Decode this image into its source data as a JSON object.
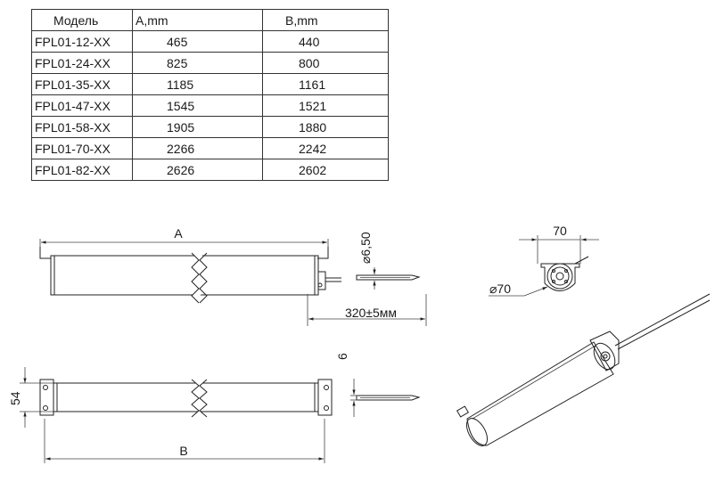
{
  "table": {
    "headers": [
      "Модель",
      "A,mm",
      "B,mm"
    ],
    "rows": [
      {
        "model": "FPL01-12-XX",
        "a": "465",
        "b": "440"
      },
      {
        "model": "FPL01-24-XX",
        "a": "825",
        "b": "800"
      },
      {
        "model": "FPL01-35-XX",
        "a": "1185",
        "b": "1161"
      },
      {
        "model": "FPL01-47-XX",
        "a": "1545",
        "b": "1521"
      },
      {
        "model": "FPL01-58-XX",
        "a": "1905",
        "b": "1880"
      },
      {
        "model": "FPL01-70-XX",
        "a": "2266",
        "b": "2242"
      },
      {
        "model": "FPL01-82-XX",
        "a": "2626",
        "b": "2602"
      }
    ]
  },
  "labels": {
    "dim_a": "A",
    "dim_b": "B",
    "diameter_cable": "⌀6,50",
    "cable_length": "320±5мм",
    "height": "54",
    "slot": "6",
    "width_70": "70",
    "diameter_70": "⌀70"
  }
}
